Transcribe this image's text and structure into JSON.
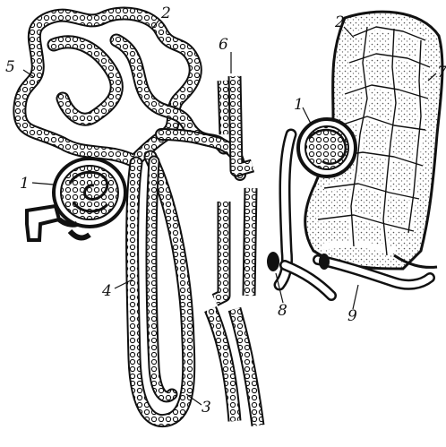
{
  "labels": {
    "glomerulus_left": "1",
    "convoluted_tubule": "2",
    "loop_bottom": "3",
    "descending_limb": "4",
    "proximal_tubule": "5",
    "collecting_duct": "6",
    "capillary_network": "7",
    "afferent_vessel": "8",
    "efferent_vessel": "9",
    "glomerulus_right": "1",
    "network_top": "2"
  },
  "colors": {
    "ink": "#111111",
    "paper": "#ffffff",
    "cell_fill": "#f4f4f4",
    "stipple": "#555555"
  }
}
